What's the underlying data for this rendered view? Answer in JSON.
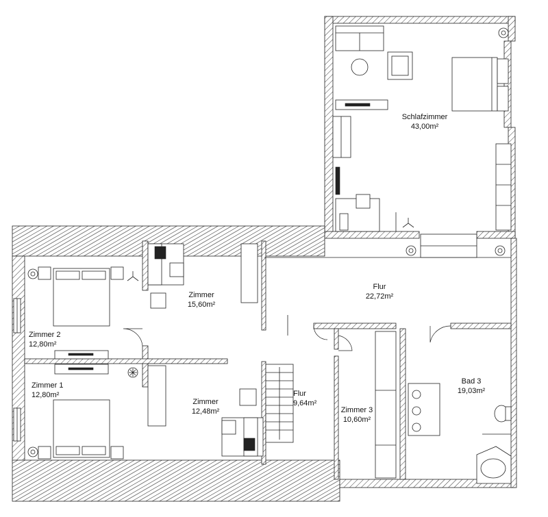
{
  "rooms": {
    "schlafzimmer": {
      "name": "Schlafzimmer",
      "area": "43,00m²"
    },
    "flur_top": {
      "name": "Flur",
      "area": "22,72m²"
    },
    "zimmer_15": {
      "name": "Zimmer",
      "area": "15,60m²"
    },
    "zimmer_2": {
      "name": "Zimmer 2",
      "area": "12,80m²"
    },
    "zimmer_1": {
      "name": "Zimmer 1",
      "area": "12,80m²"
    },
    "zimmer_12": {
      "name": "Zimmer",
      "area": "12,48m²"
    },
    "flur_stair": {
      "name": "Flur",
      "area": "9,64m²"
    },
    "zimmer_3": {
      "name": "Zimmer 3",
      "area": "10,60m²"
    },
    "bad_3": {
      "name": "Bad 3",
      "area": "19,03m²"
    }
  },
  "icons": {
    "ceiling_fan": "ceiling-fan-icon",
    "plant": "potted-plant-icon",
    "smoke": "star-circle-icon"
  }
}
